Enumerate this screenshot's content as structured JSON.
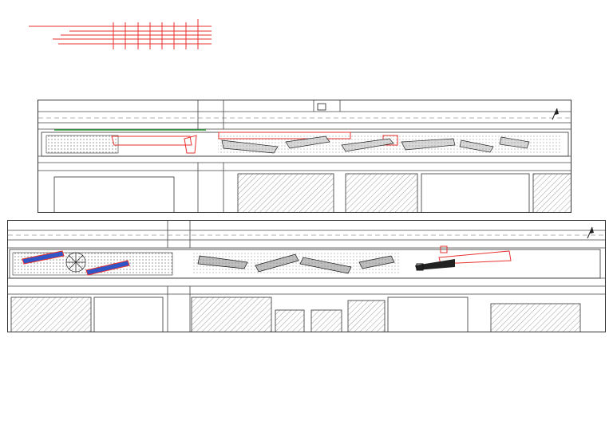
{
  "drawing": {
    "title_block": {
      "line_color": "#e8312f",
      "rows": 5,
      "columns": 8
    },
    "panels": [
      {
        "name": "upper-street-section"
      },
      {
        "name": "lower-street-section"
      }
    ]
  },
  "colors": {
    "highlight_red": "#e8312f",
    "highlight_blue": "#2f55c7",
    "green_strip": "#2e9b3a",
    "line": "#333333",
    "hatch": "#777777"
  },
  "icons": {
    "north_arrow": "north-arrow-icon"
  }
}
